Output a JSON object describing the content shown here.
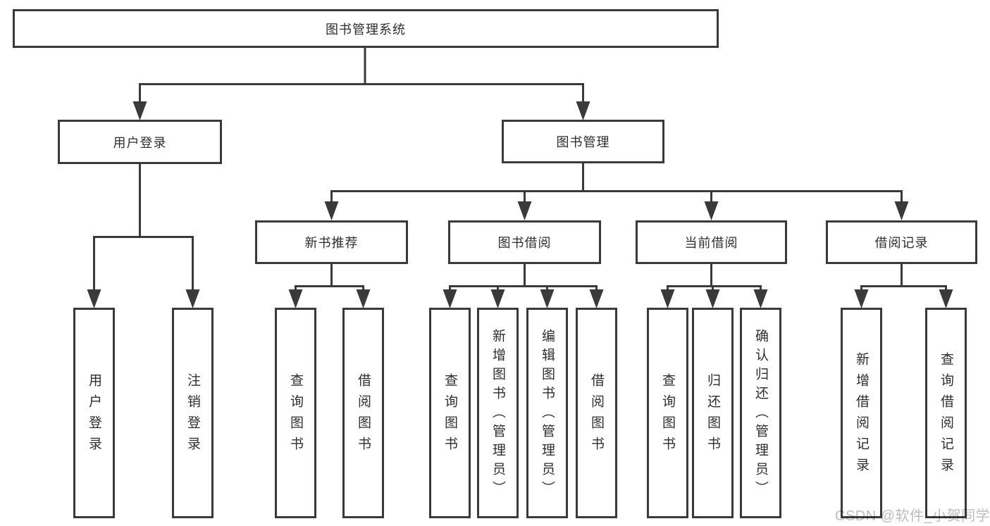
{
  "tree": {
    "label": "图书管理系统",
    "children": [
      {
        "label": "用户登录",
        "children": [
          {
            "label": "用户登录"
          },
          {
            "label": "注销登录"
          }
        ]
      },
      {
        "label": "图书管理",
        "children": [
          {
            "label": "新书推荐",
            "children": [
              {
                "label": "查询图书"
              },
              {
                "label": "借阅图书"
              }
            ]
          },
          {
            "label": "图书借阅",
            "children": [
              {
                "label": "查询图书"
              },
              {
                "label": "新增图书（管理员）"
              },
              {
                "label": "编辑图书（管理员）"
              },
              {
                "label": "借阅图书"
              }
            ]
          },
          {
            "label": "当前借阅",
            "children": [
              {
                "label": "查询图书"
              },
              {
                "label": "归还图书"
              },
              {
                "label": "确认归还（管理员）"
              }
            ]
          },
          {
            "label": "借阅记录",
            "children": [
              {
                "label": "新增借阅记录"
              },
              {
                "label": "查询借阅记录"
              }
            ]
          }
        ]
      }
    ]
  },
  "watermark": {
    "text": "CSDN @软件_小贺同学"
  },
  "colors": {
    "line": "#3a3a3a",
    "text": "#2e2e2e",
    "watermark": "#bdbdbd",
    "background": "#ffffff"
  }
}
